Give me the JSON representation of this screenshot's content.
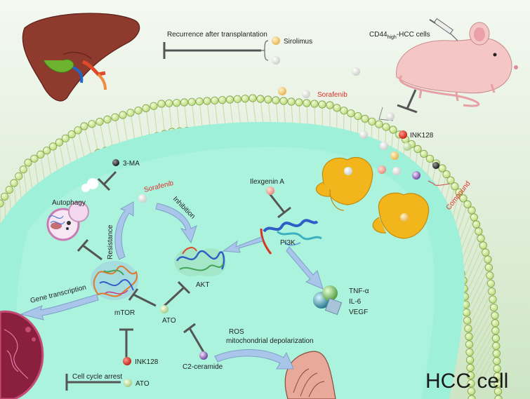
{
  "labels": {
    "recurrence": "Recurrence after transplantation",
    "sirolimus": "Sirolimus",
    "cd44_pre": "CD44",
    "cd44_sub": "high",
    "cd44_post": "-HCC cells",
    "sorafenib_out": "Sorafenib",
    "ink128_out": "INK128",
    "compound": "Compound",
    "three_ma": "3-MA",
    "autophagy": "Autophagy",
    "sorafenib_in": "Sorafenib",
    "inhibition": "Inhibition",
    "resistance": "Resistance",
    "ilexgenin": "Ilexgenin A",
    "pi3k": "PI3K",
    "akt": "AKT",
    "gene_transcription": "Gene transcription",
    "mtor": "mTOR",
    "ato_mid": "ATO",
    "tnf": "TNF-α",
    "il6": "IL-6",
    "vegf": "VEGF",
    "ros": "ROS",
    "mito_depol": "mitochondrial depolarization",
    "c2_ceramide": "C2-ceramide",
    "ink128_in": "INK128",
    "cell_cycle": "Cell cycle arrest",
    "ato_bottom": "ATO",
    "hcc_cell": "HCC cell"
  },
  "colors": {
    "background_top": "#f2f6ef",
    "background_bottom": "#cfe6c6",
    "cytoplasm": "#9ff0d8",
    "membrane_bead": "#d6ef9a",
    "channel": "#f2b61c",
    "inhibitor_line": "#555555",
    "flow_arrow": "#a9c6ea",
    "red_label": "#e0302a"
  }
}
